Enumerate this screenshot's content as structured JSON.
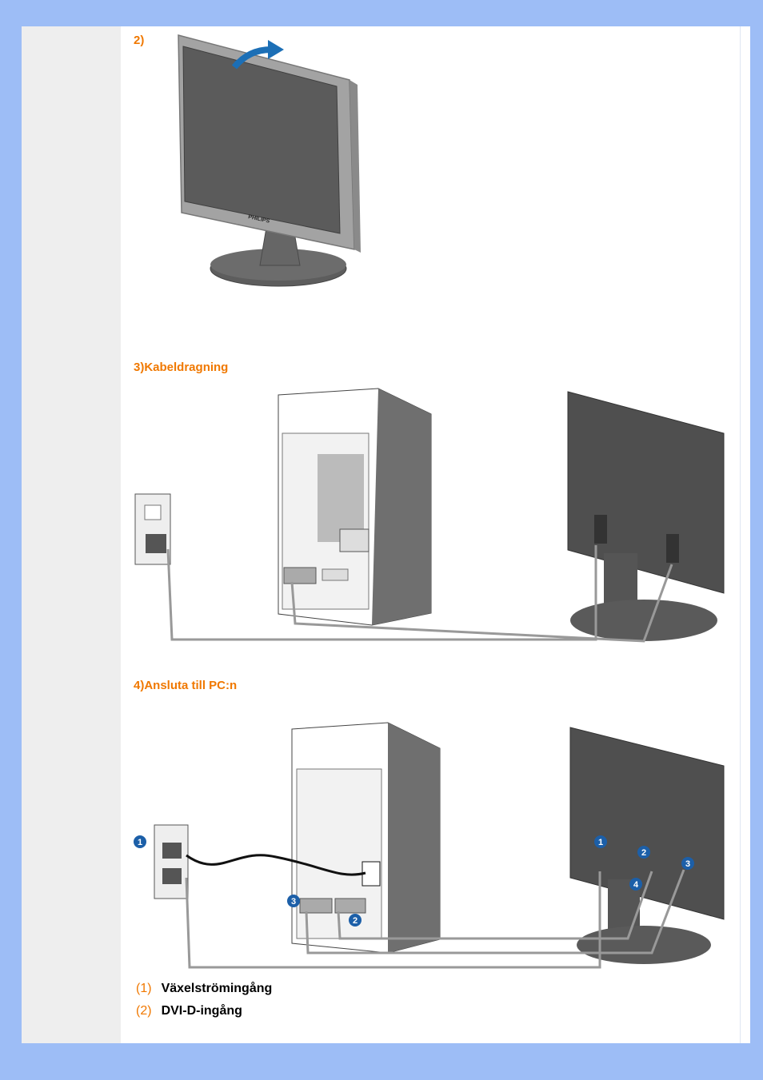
{
  "step2": {
    "label": "2)",
    "brand": "PHILIPS"
  },
  "step3": {
    "heading": "3)Kabeldragning"
  },
  "step4": {
    "heading": "4)Ansluta till PC:n",
    "callouts": [
      "1",
      "2",
      "3",
      "4"
    ]
  },
  "legend": {
    "items": [
      {
        "num": "(1)",
        "text": "Växelströmingång"
      },
      {
        "num": "(2)",
        "text": "DVI-D-ingång"
      }
    ]
  },
  "colors": {
    "accent": "#f07800",
    "frame": "#9dbdf6",
    "sidebar": "#eeeeee",
    "arrow": "#1c6fb6",
    "callout": "#1c5fa8"
  }
}
